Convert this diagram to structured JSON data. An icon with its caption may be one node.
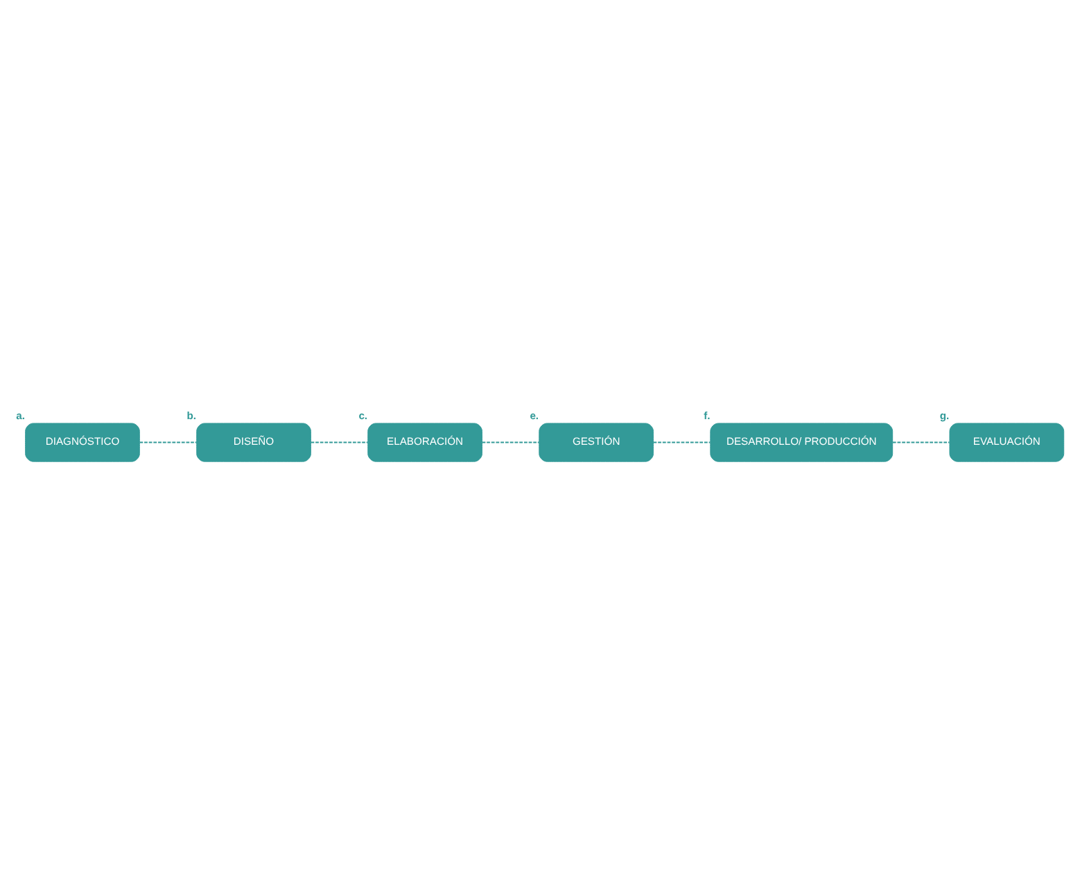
{
  "diagram": {
    "nodes": [
      {
        "text": [
          "DIAGNÓSTICO"
        ],
        "beside": [
          "a."
        ]
      },
      {
        "text": [
          "DISEÑO"
        ],
        "beside": [
          "b."
        ]
      },
      {
        "text": [
          "EVALUACIÓN"
        ],
        "beside": [
          "g."
        ]
      },
      {
        "text": [
          "ELABORACIÓN"
        ],
        "beside": [
          "c."
        ]
      },
      {
        "text": [
          "DESARROLLO/ PRODUCCIÓN"
        ],
        "beside": [
          "f."
        ]
      },
      {
        "text": [
          "GESTIÓN"
        ],
        "beside": [
          "e."
        ]
      }
    ],
    "edges": [
      {
        "from": 0,
        "to": 1,
        "arrow": "none",
        "style": "dashed"
      },
      {
        "from": 1,
        "to": 3,
        "arrow": "none",
        "style": "dashed"
      },
      {
        "from": 3,
        "to": 5,
        "arrow": "none",
        "style": "dashed"
      },
      {
        "from": 5,
        "to": 4,
        "arrow": "none",
        "style": "dashed"
      },
      {
        "from": 4,
        "to": 2,
        "arrow": "none",
        "style": "dashed"
      }
    ]
  }
}
